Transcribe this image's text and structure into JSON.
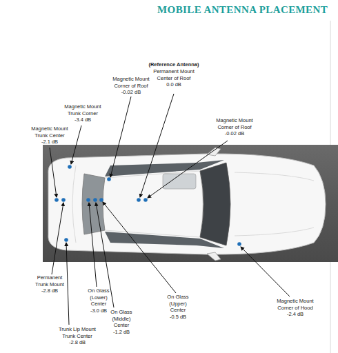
{
  "diagram": {
    "title": "MOBILE ANTENNA PLACEMENT",
    "labels": [
      "(Reference Antenna)",
      "Permanent Mount Center of Roof 0.0 dB",
      "Magnetic Mount Corner of Roof -0.02 dB",
      "Magnetic Mount Trunk Corner -3.4 dB",
      "Magnetic Mount Corner of Roof -0.02 dB",
      "Magnetic Mount Trunk Center -2.1 dB",
      "Permanent Trunk Mount -2.8 dB",
      "On Glass (Lower) Center -3.0 dB",
      "On Glass (Upper) Center -0.5 dB",
      "Magnetic Mount Corner of Hood -2.4 dB",
      "On Glass (Middle) Center -1.2 dB",
      "Trunk Lip Mount Trunk Center -2.8 dB"
    ]
  }
}
